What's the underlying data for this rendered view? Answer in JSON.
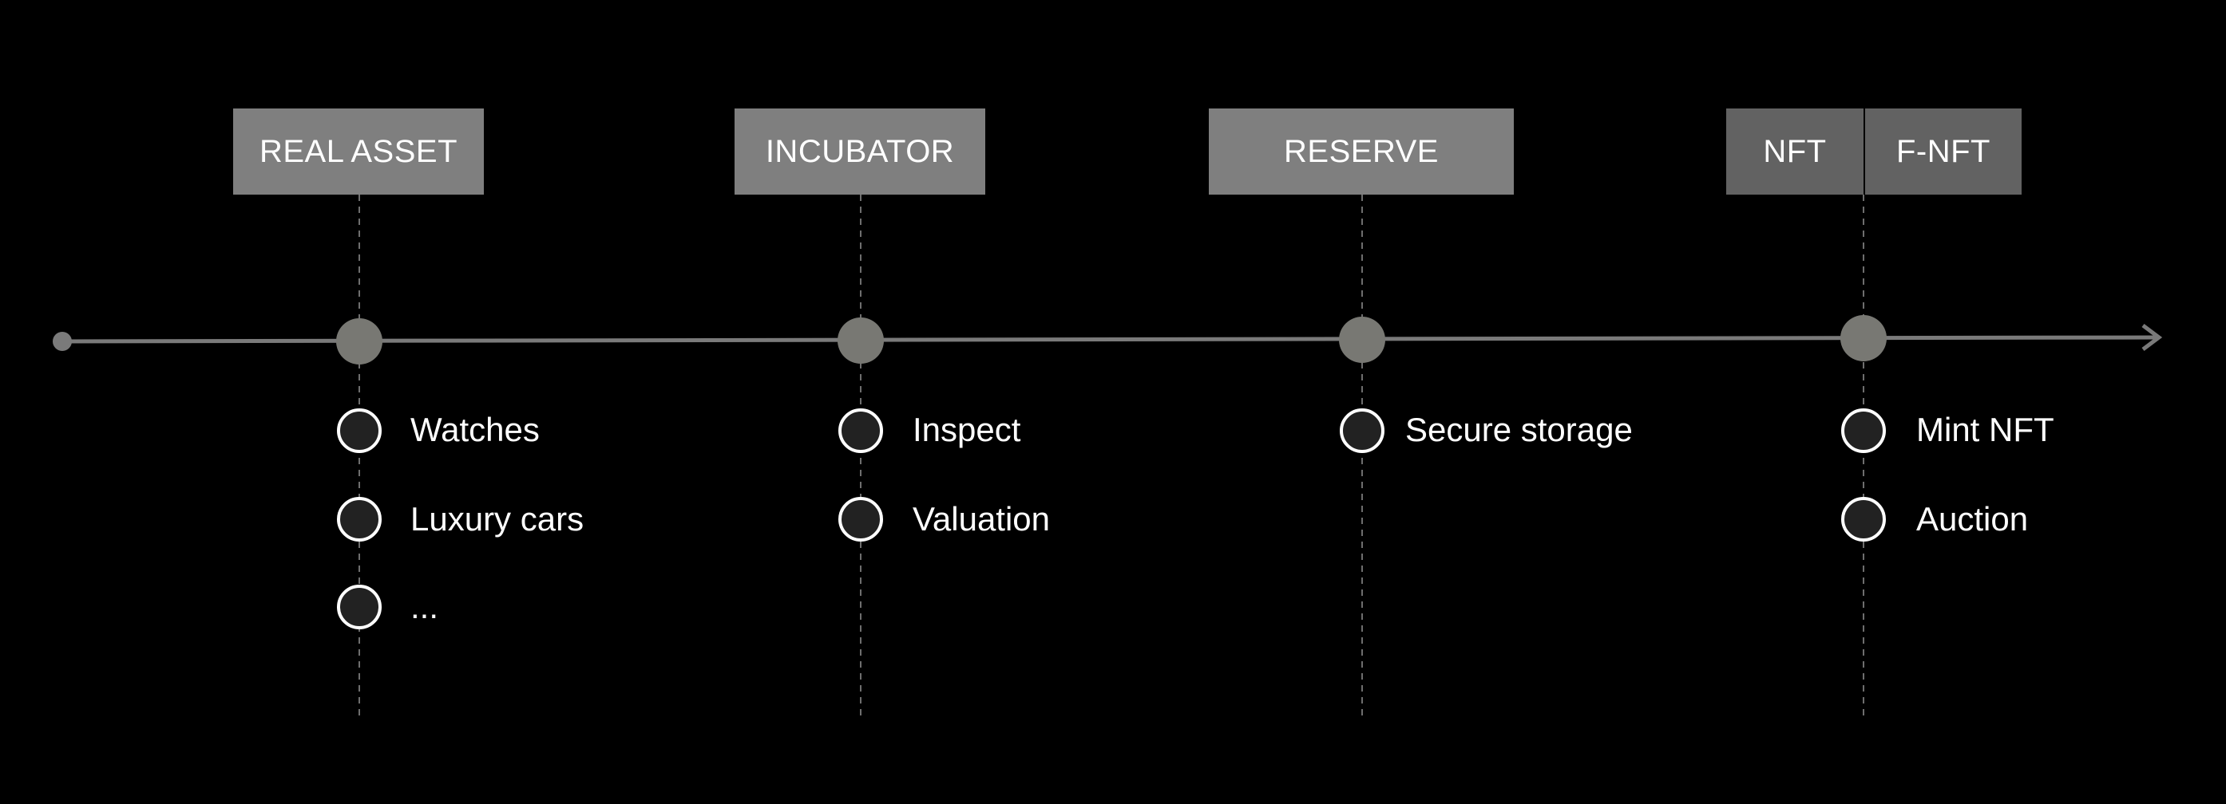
{
  "colors": {
    "background": "#000000",
    "box_light": "#7f7f7f",
    "box_dark": "#626262",
    "timeline": "#7a7a7a",
    "node": "#787873",
    "connector": "#6e6e6e",
    "bullet_fill": "#222222",
    "bullet_stroke": "#ffffff",
    "text": "#ffffff"
  },
  "stages": [
    {
      "label": "REAL ASSET",
      "items": [
        "Watches",
        "Luxury cars",
        "..."
      ]
    },
    {
      "label": "INCUBATOR",
      "items": [
        "Inspect",
        "Valuation"
      ]
    },
    {
      "label": "RESERVE",
      "items": [
        "Secure storage"
      ]
    },
    {
      "label": "NFT",
      "label_secondary": "F-NFT",
      "items": [
        "Mint NFT",
        "Auction"
      ]
    }
  ],
  "icons": {
    "timeline_start": "dot-icon",
    "timeline_end": "arrow-head-icon",
    "stage_node": "circle-node-icon",
    "item_bullet": "circle-bullet-icon"
  }
}
